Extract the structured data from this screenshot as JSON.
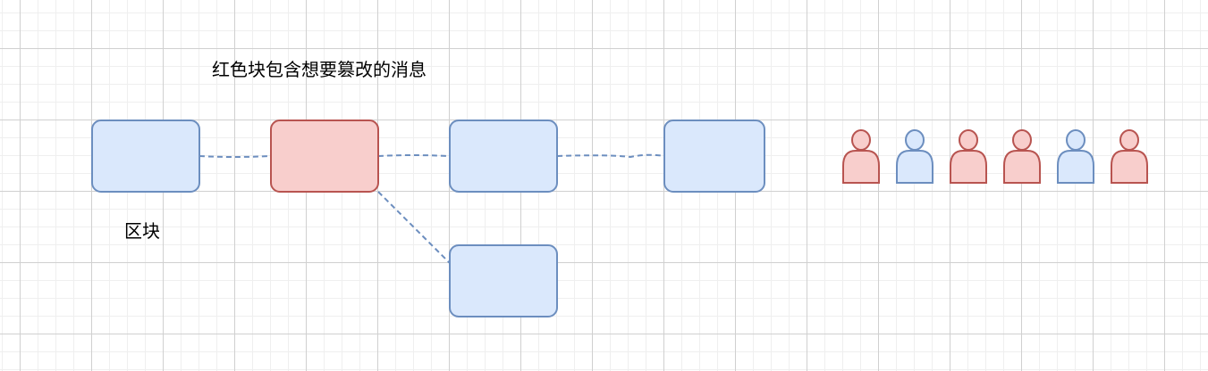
{
  "title_label": "红色块包含想要篡改的消息",
  "block_label": "区块",
  "colors": {
    "blue_fill": "#dae8fc",
    "blue_stroke": "#6c8ebf",
    "red_fill": "#f8cecc",
    "red_stroke": "#b85450"
  },
  "blocks": [
    "blue",
    "red",
    "blue",
    "blue",
    "blue"
  ],
  "people": [
    "red",
    "blue",
    "red",
    "red",
    "blue",
    "red"
  ]
}
